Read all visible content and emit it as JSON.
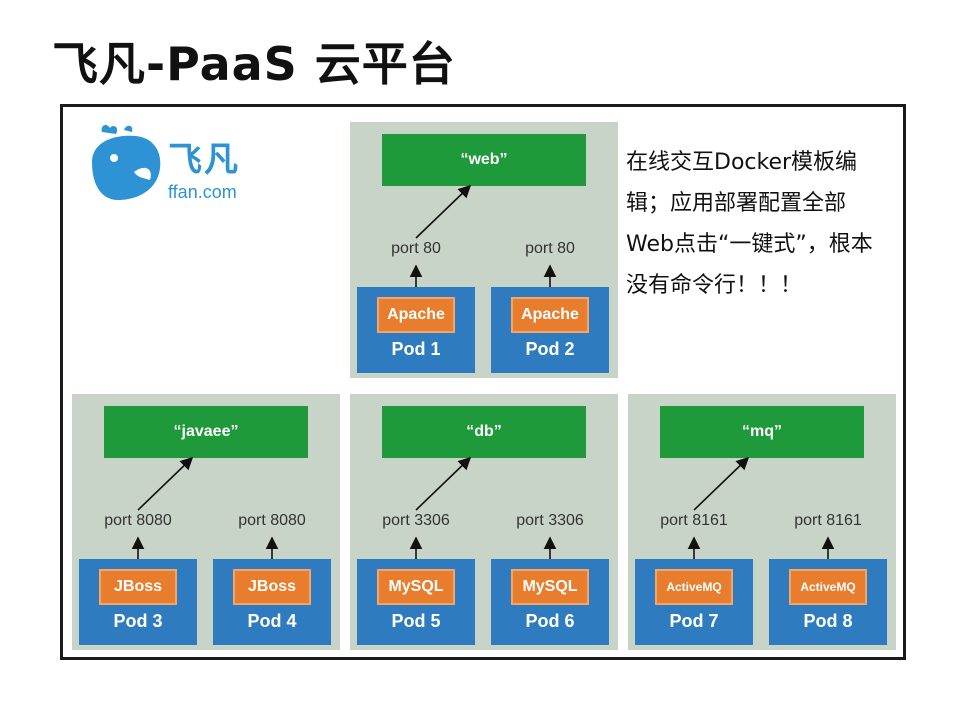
{
  "title": "飞凡-PaaS 云平台",
  "logo": {
    "zh": "飞凡",
    "en": "ffan.com",
    "color": "#2e93d4"
  },
  "note": "在线交互Docker模板编辑；应用部署配置全部Web点击“一键式”，根本没有命令行！！！",
  "colors": {
    "panel": "#c9d4c9",
    "service": "#1f9a3a",
    "pod": "#2e7cbf",
    "app": "#e87d2e"
  },
  "groups": [
    {
      "service": "“web”",
      "pods": [
        {
          "app": "Apache",
          "name": "Pod 1",
          "port": "port 80"
        },
        {
          "app": "Apache",
          "name": "Pod 2",
          "port": "port 80"
        }
      ]
    },
    {
      "service": "“javaee”",
      "pods": [
        {
          "app": "JBoss",
          "name": "Pod 3",
          "port": "port 8080"
        },
        {
          "app": "JBoss",
          "name": "Pod 4",
          "port": "port 8080"
        }
      ]
    },
    {
      "service": "“db”",
      "pods": [
        {
          "app": "MySQL",
          "name": "Pod 5",
          "port": "port 3306"
        },
        {
          "app": "MySQL",
          "name": "Pod 6",
          "port": "port 3306"
        }
      ]
    },
    {
      "service": "“mq”",
      "pods": [
        {
          "app": "ActiveMQ",
          "name": "Pod 7",
          "port": "port 8161"
        },
        {
          "app": "ActiveMQ",
          "name": "Pod 8",
          "port": "port 8161"
        }
      ]
    }
  ]
}
